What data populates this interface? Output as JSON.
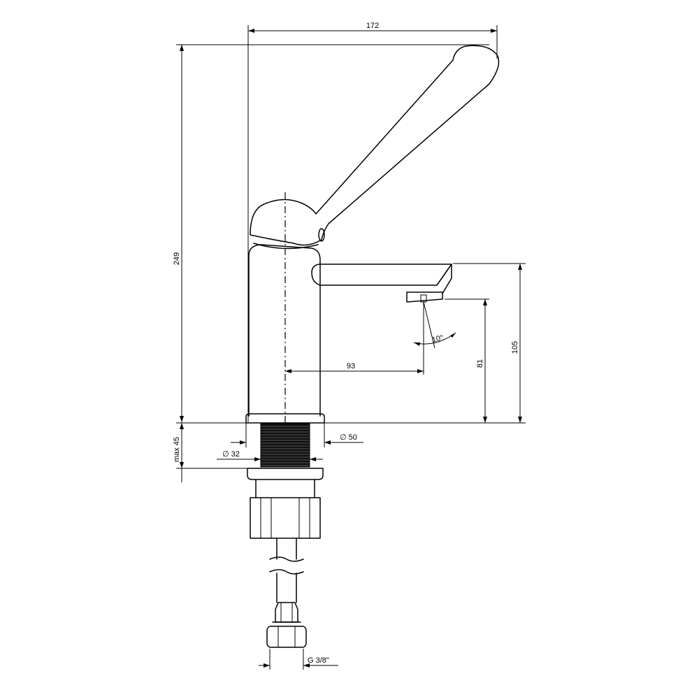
{
  "dimensions": {
    "width_top": "172",
    "height_total": "249",
    "spout_height": "105",
    "outlet_height": "81",
    "spout_reach": "93",
    "angle": "10°",
    "max_thickness": "max 45",
    "base_diameter": "50",
    "thread_diameter": "32",
    "connection_thread": "G 3/8\""
  },
  "symbols": {
    "diameter": "∅"
  }
}
